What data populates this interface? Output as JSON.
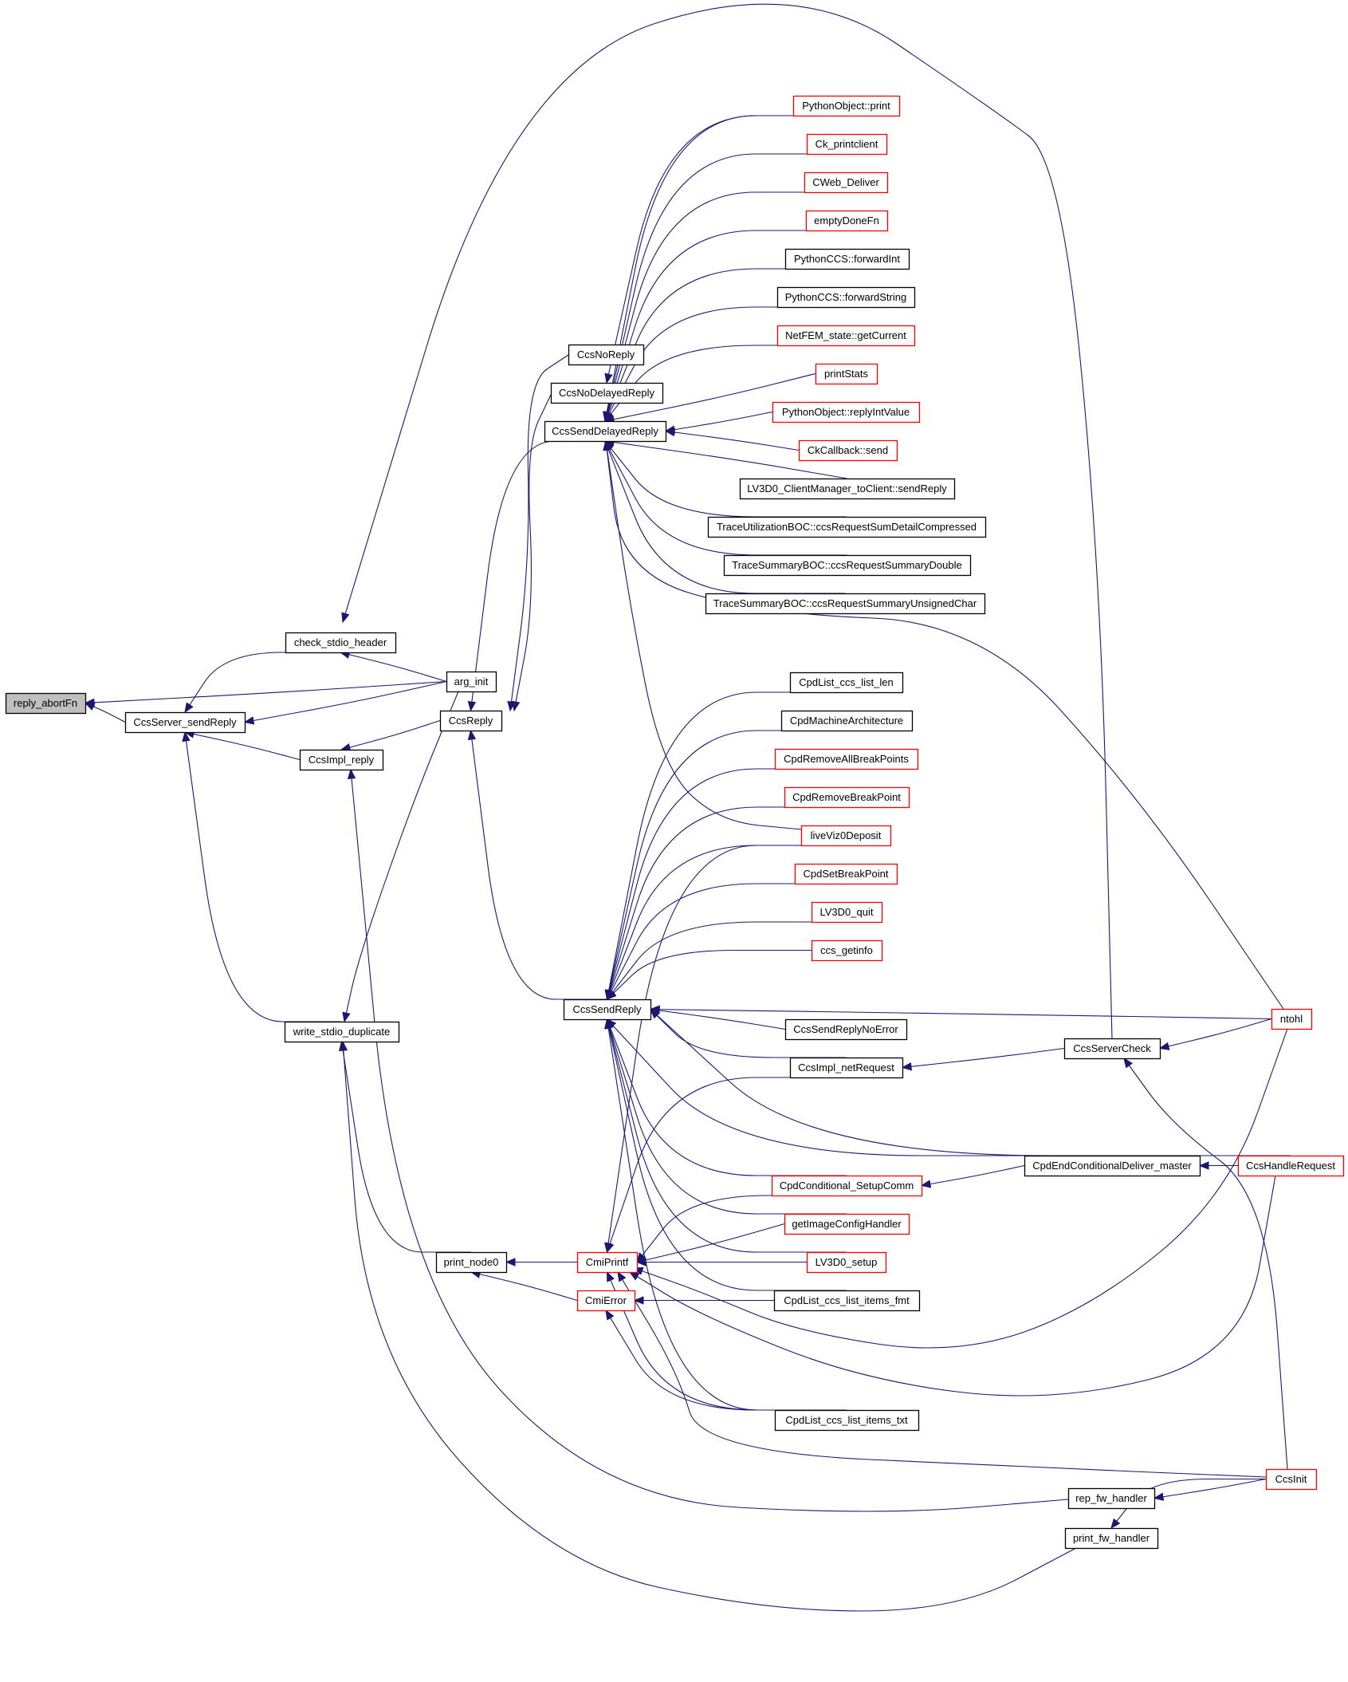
{
  "diagram": {
    "type": "call-graph",
    "title": "",
    "colors": {
      "edge": "#191970",
      "node_border_normal": "#000000",
      "node_border_truncated": "#ff0000",
      "root_fill": "#bfbfbf",
      "node_fill": "#ffffff"
    },
    "nodes": [
      {
        "id": "reply_abortFn",
        "label": "reply_abortFn",
        "style": "root"
      },
      {
        "id": "CcsServer_sendReply",
        "label": "CcsServer_sendReply",
        "style": "normal"
      },
      {
        "id": "check_stdio_header",
        "label": "check_stdio_header",
        "style": "normal"
      },
      {
        "id": "arg_init",
        "label": "arg_init",
        "style": "normal"
      },
      {
        "id": "CcsImpl_reply",
        "label": "CcsImpl_reply",
        "style": "normal"
      },
      {
        "id": "CcsReply",
        "label": "CcsReply",
        "style": "normal"
      },
      {
        "id": "write_stdio_duplicate",
        "label": "write_stdio_duplicate",
        "style": "normal"
      },
      {
        "id": "print_node0",
        "label": "print_node0",
        "style": "normal"
      },
      {
        "id": "CmiPrintf",
        "label": "CmiPrintf",
        "style": "truncated"
      },
      {
        "id": "CmiError",
        "label": "CmiError",
        "style": "truncated"
      },
      {
        "id": "CcsNoReply",
        "label": "CcsNoReply",
        "style": "normal"
      },
      {
        "id": "CcsNoDelayedReply",
        "label": "CcsNoDelayedReply",
        "style": "normal"
      },
      {
        "id": "CcsSendDelayedReply",
        "label": "CcsSendDelayedReply",
        "style": "normal"
      },
      {
        "id": "CcsSendReply",
        "label": "CcsSendReply",
        "style": "normal"
      },
      {
        "id": "PythonObject_print",
        "label": "PythonObject::print",
        "style": "truncated"
      },
      {
        "id": "Ck_printclient",
        "label": "Ck_printclient",
        "style": "truncated"
      },
      {
        "id": "CWeb_Deliver",
        "label": "CWeb_Deliver",
        "style": "truncated"
      },
      {
        "id": "emptyDoneFn",
        "label": "emptyDoneFn",
        "style": "truncated"
      },
      {
        "id": "PythonCCS_forwardInt",
        "label": "PythonCCS::forwardInt",
        "style": "normal"
      },
      {
        "id": "PythonCCS_forwardString",
        "label": "PythonCCS::forwardString",
        "style": "normal"
      },
      {
        "id": "NetFEM_state_getCurrent",
        "label": "NetFEM_state::getCurrent",
        "style": "truncated"
      },
      {
        "id": "printStats",
        "label": "printStats",
        "style": "truncated"
      },
      {
        "id": "PythonObject_replyIntValue",
        "label": "PythonObject::replyIntValue",
        "style": "truncated"
      },
      {
        "id": "CkCallback_send",
        "label": "CkCallback::send",
        "style": "truncated"
      },
      {
        "id": "LV3D0_sendReply",
        "label": "LV3D0_ClientManager_toClient::sendReply",
        "style": "normal"
      },
      {
        "id": "TraceUtil_SumDetail",
        "label": "TraceUtilizationBOC::ccsRequestSumDetailCompressed",
        "style": "normal"
      },
      {
        "id": "TraceSummary_Double",
        "label": "TraceSummaryBOC::ccsRequestSummaryDouble",
        "style": "normal"
      },
      {
        "id": "TraceSummary_UChar",
        "label": "TraceSummaryBOC::ccsRequestSummaryUnsignedChar",
        "style": "normal"
      },
      {
        "id": "CpdList_ccs_list_len",
        "label": "CpdList_ccs_list_len",
        "style": "normal"
      },
      {
        "id": "CpdMachineArchitecture",
        "label": "CpdMachineArchitecture",
        "style": "normal"
      },
      {
        "id": "CpdRemoveAllBreakPoints",
        "label": "CpdRemoveAllBreakPoints",
        "style": "truncated"
      },
      {
        "id": "CpdRemoveBreakPoint",
        "label": "CpdRemoveBreakPoint",
        "style": "truncated"
      },
      {
        "id": "liveViz0Deposit",
        "label": "liveViz0Deposit",
        "style": "truncated"
      },
      {
        "id": "CpdSetBreakPoint",
        "label": "CpdSetBreakPoint",
        "style": "truncated"
      },
      {
        "id": "LV3D0_quit",
        "label": "LV3D0_quit",
        "style": "truncated"
      },
      {
        "id": "ccs_getinfo",
        "label": "ccs_getinfo",
        "style": "truncated"
      },
      {
        "id": "CcsSendReplyNoError",
        "label": "CcsSendReplyNoError",
        "style": "normal"
      },
      {
        "id": "CcsImpl_netRequest",
        "label": "CcsImpl_netRequest",
        "style": "normal"
      },
      {
        "id": "CpdConditional_SetupComm",
        "label": "CpdConditional_SetupComm",
        "style": "truncated"
      },
      {
        "id": "getImageConfigHandler",
        "label": "getImageConfigHandler",
        "style": "truncated"
      },
      {
        "id": "LV3D0_setup",
        "label": "LV3D0_setup",
        "style": "truncated"
      },
      {
        "id": "CpdList_items_fmt",
        "label": "CpdList_ccs_list_items_fmt",
        "style": "normal"
      },
      {
        "id": "CpdList_items_txt",
        "label": "CpdList_ccs_list_items_txt",
        "style": "normal"
      },
      {
        "id": "CcsServerCheck",
        "label": "CcsServerCheck",
        "style": "normal"
      },
      {
        "id": "ntohl",
        "label": "ntohl",
        "style": "truncated"
      },
      {
        "id": "CpdEndConditionalDeliver_master",
        "label": "CpdEndConditionalDeliver_master",
        "style": "normal"
      },
      {
        "id": "CcsHandleRequest",
        "label": "CcsHandleRequest",
        "style": "truncated"
      },
      {
        "id": "CcsInit",
        "label": "CcsInit",
        "style": "truncated"
      },
      {
        "id": "rep_fw_handler",
        "label": "rep_fw_handler",
        "style": "normal"
      },
      {
        "id": "print_fw_handler",
        "label": "print_fw_handler",
        "style": "normal"
      }
    ],
    "edges": [
      {
        "from": "CcsServer_sendReply",
        "to": "reply_abortFn"
      },
      {
        "from": "arg_init",
        "to": "reply_abortFn"
      },
      {
        "from": "check_stdio_header",
        "to": "CcsServer_sendReply"
      },
      {
        "from": "arg_init",
        "to": "CcsServer_sendReply"
      },
      {
        "from": "CcsImpl_reply",
        "to": "CcsServer_sendReply"
      },
      {
        "from": "write_stdio_duplicate",
        "to": "CcsServer_sendReply"
      },
      {
        "from": "arg_init",
        "to": "check_stdio_header"
      },
      {
        "from": "CcsServerCheck",
        "to": "check_stdio_header"
      },
      {
        "from": "CcsReply",
        "to": "CcsImpl_reply"
      },
      {
        "from": "rep_fw_handler",
        "to": "CcsImpl_reply"
      },
      {
        "from": "arg_init",
        "to": "write_stdio_duplicate"
      },
      {
        "from": "print_node0",
        "to": "write_stdio_duplicate"
      },
      {
        "from": "print_fw_handler",
        "to": "write_stdio_duplicate"
      },
      {
        "from": "CcsNoReply",
        "to": "CcsReply"
      },
      {
        "from": "CcsNoDelayedReply",
        "to": "CcsReply"
      },
      {
        "from": "CcsSendDelayedReply",
        "to": "CcsReply"
      },
      {
        "from": "CcsSendReply",
        "to": "CcsReply"
      },
      {
        "from": "CmiPrintf",
        "to": "print_node0"
      },
      {
        "from": "CmiError",
        "to": "print_node0"
      },
      {
        "from": "PythonObject_print",
        "to": "CcsNoDelayedReply"
      },
      {
        "from": "PythonObject_print",
        "to": "CcsSendDelayedReply"
      },
      {
        "from": "Ck_printclient",
        "to": "CcsSendDelayedReply"
      },
      {
        "from": "CWeb_Deliver",
        "to": "CcsSendDelayedReply"
      },
      {
        "from": "emptyDoneFn",
        "to": "CcsSendDelayedReply"
      },
      {
        "from": "PythonCCS_forwardInt",
        "to": "CcsSendDelayedReply"
      },
      {
        "from": "PythonCCS_forwardString",
        "to": "CcsSendDelayedReply"
      },
      {
        "from": "NetFEM_state_getCurrent",
        "to": "CcsSendDelayedReply"
      },
      {
        "from": "printStats",
        "to": "CcsSendDelayedReply"
      },
      {
        "from": "PythonObject_replyIntValue",
        "to": "CcsSendDelayedReply"
      },
      {
        "from": "CkCallback_send",
        "to": "CcsSendDelayedReply"
      },
      {
        "from": "LV3D0_sendReply",
        "to": "CcsSendDelayedReply"
      },
      {
        "from": "TraceUtil_SumDetail",
        "to": "CcsSendDelayedReply"
      },
      {
        "from": "TraceSummary_Double",
        "to": "CcsSendDelayedReply"
      },
      {
        "from": "TraceSummary_UChar",
        "to": "CcsSendDelayedReply"
      },
      {
        "from": "liveViz0Deposit",
        "to": "CcsSendDelayedReply"
      },
      {
        "from": "ntohl",
        "to": "CcsSendDelayedReply"
      },
      {
        "from": "CpdList_ccs_list_len",
        "to": "CcsSendReply"
      },
      {
        "from": "CpdMachineArchitecture",
        "to": "CcsSendReply"
      },
      {
        "from": "CpdRemoveAllBreakPoints",
        "to": "CcsSendReply"
      },
      {
        "from": "CpdRemoveBreakPoint",
        "to": "CcsSendReply"
      },
      {
        "from": "liveViz0Deposit",
        "to": "CcsSendReply"
      },
      {
        "from": "CpdSetBreakPoint",
        "to": "CcsSendReply"
      },
      {
        "from": "LV3D0_quit",
        "to": "CcsSendReply"
      },
      {
        "from": "ccs_getinfo",
        "to": "CcsSendReply"
      },
      {
        "from": "ntohl",
        "to": "CcsSendReply"
      },
      {
        "from": "CcsSendReplyNoError",
        "to": "CcsSendReply"
      },
      {
        "from": "CcsImpl_netRequest",
        "to": "CcsSendReply"
      },
      {
        "from": "CpdEndConditionalDeliver_master",
        "to": "CcsSendReply"
      },
      {
        "from": "CcsHandleRequest",
        "to": "CcsSendReply"
      },
      {
        "from": "CpdConditional_SetupComm",
        "to": "CcsSendReply"
      },
      {
        "from": "getImageConfigHandler",
        "to": "CcsSendReply"
      },
      {
        "from": "LV3D0_setup",
        "to": "CcsSendReply"
      },
      {
        "from": "CpdList_items_fmt",
        "to": "CcsSendReply"
      },
      {
        "from": "CpdList_items_txt",
        "to": "CcsSendReply"
      },
      {
        "from": "liveViz0Deposit",
        "to": "CmiPrintf"
      },
      {
        "from": "CcsImpl_netRequest",
        "to": "CmiPrintf"
      },
      {
        "from": "CpdConditional_SetupComm",
        "to": "CmiPrintf"
      },
      {
        "from": "getImageConfigHandler",
        "to": "CmiPrintf"
      },
      {
        "from": "LV3D0_setup",
        "to": "CmiPrintf"
      },
      {
        "from": "CpdList_items_txt",
        "to": "CmiPrintf"
      },
      {
        "from": "ntohl",
        "to": "CmiPrintf"
      },
      {
        "from": "CcsHandleRequest",
        "to": "CmiPrintf"
      },
      {
        "from": "CcsInit",
        "to": "CmiPrintf"
      },
      {
        "from": "CpdList_items_fmt",
        "to": "CmiError"
      },
      {
        "from": "CpdList_items_txt",
        "to": "CmiError"
      },
      {
        "from": "CcsServerCheck",
        "to": "CcsImpl_netRequest"
      },
      {
        "from": "ntohl",
        "to": "CcsServerCheck"
      },
      {
        "from": "CcsInit",
        "to": "CcsServerCheck"
      },
      {
        "from": "CpdEndConditionalDeliver_master",
        "to": "CpdConditional_SetupComm"
      },
      {
        "from": "CcsHandleRequest",
        "to": "CpdEndConditionalDeliver_master"
      },
      {
        "from": "CcsInit",
        "to": "rep_fw_handler"
      },
      {
        "from": "CcsInit",
        "to": "print_fw_handler"
      }
    ]
  }
}
